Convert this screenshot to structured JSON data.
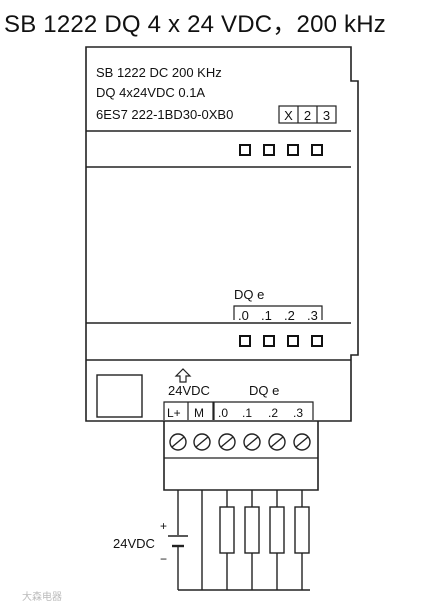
{
  "title": "SB 1222 DQ 4 x 24 VDC，200 kHz",
  "module": {
    "line1": "SB 1222 DC 200 KHz",
    "line2": "DQ 4x24VDC  0.1A",
    "line3": "6ES7 222-1BD30-0XB0",
    "version_boxes": [
      "X",
      "2",
      "3"
    ]
  },
  "dq_group_upper": {
    "label": "DQ e",
    "channels": [
      ".0",
      ".1",
      ".2",
      ".3"
    ]
  },
  "power_group": {
    "label": "24VDC",
    "terminals": [
      "L+",
      "M"
    ]
  },
  "dq_group_lower": {
    "label": "DQ e",
    "channels": [
      ".0",
      ".1",
      ".2",
      ".3"
    ]
  },
  "supply": {
    "label": "24VDC",
    "plus": "+",
    "minus": "−"
  },
  "watermark": "大森电器"
}
